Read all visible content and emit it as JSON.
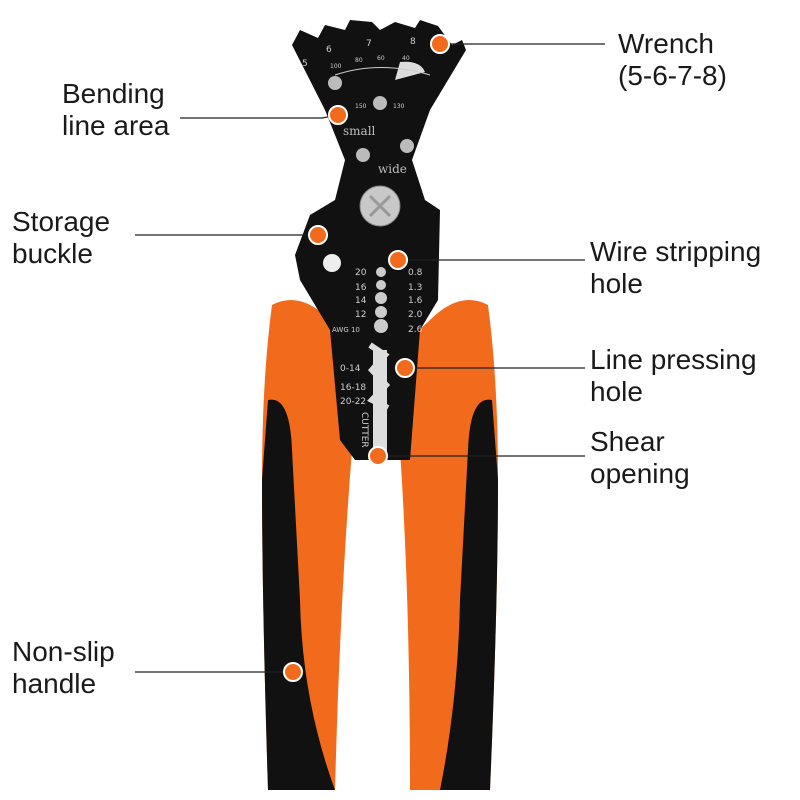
{
  "callouts": {
    "wrench": {
      "line1": "Wrench",
      "line2": "(5-6-7-8)"
    },
    "bending": {
      "line1": "Bending",
      "line2": "line area"
    },
    "storage": {
      "line1": "Storage",
      "line2": "buckle"
    },
    "wire_stripping": {
      "line1": "Wire stripping",
      "line2": "hole"
    },
    "line_pressing": {
      "line1": "Line pressing",
      "line2": "hole"
    },
    "shear": {
      "line1": "Shear",
      "line2": "opening"
    },
    "non_slip": {
      "line1": "Non-slip",
      "line2": "handle"
    }
  },
  "tool_engraving": {
    "wrench_sizes": [
      "5",
      "6",
      "7",
      "8"
    ],
    "angle_top": [
      "100",
      "80",
      "60",
      "40"
    ],
    "angle_small": [
      "150",
      "130"
    ],
    "small": "small",
    "wide": "wide",
    "awg_left": [
      "20",
      "16",
      "14",
      "12",
      "AWG 10"
    ],
    "mm_right": [
      "0.8",
      "1.3",
      "1.6",
      "2.0",
      "2.6"
    ],
    "crimp": [
      "0-14",
      "16-18",
      "20-22"
    ],
    "cutter": "CUTTER"
  },
  "colors": {
    "accent": "#f26a1b",
    "tool": "#111111",
    "text": "#1a1a1a"
  }
}
